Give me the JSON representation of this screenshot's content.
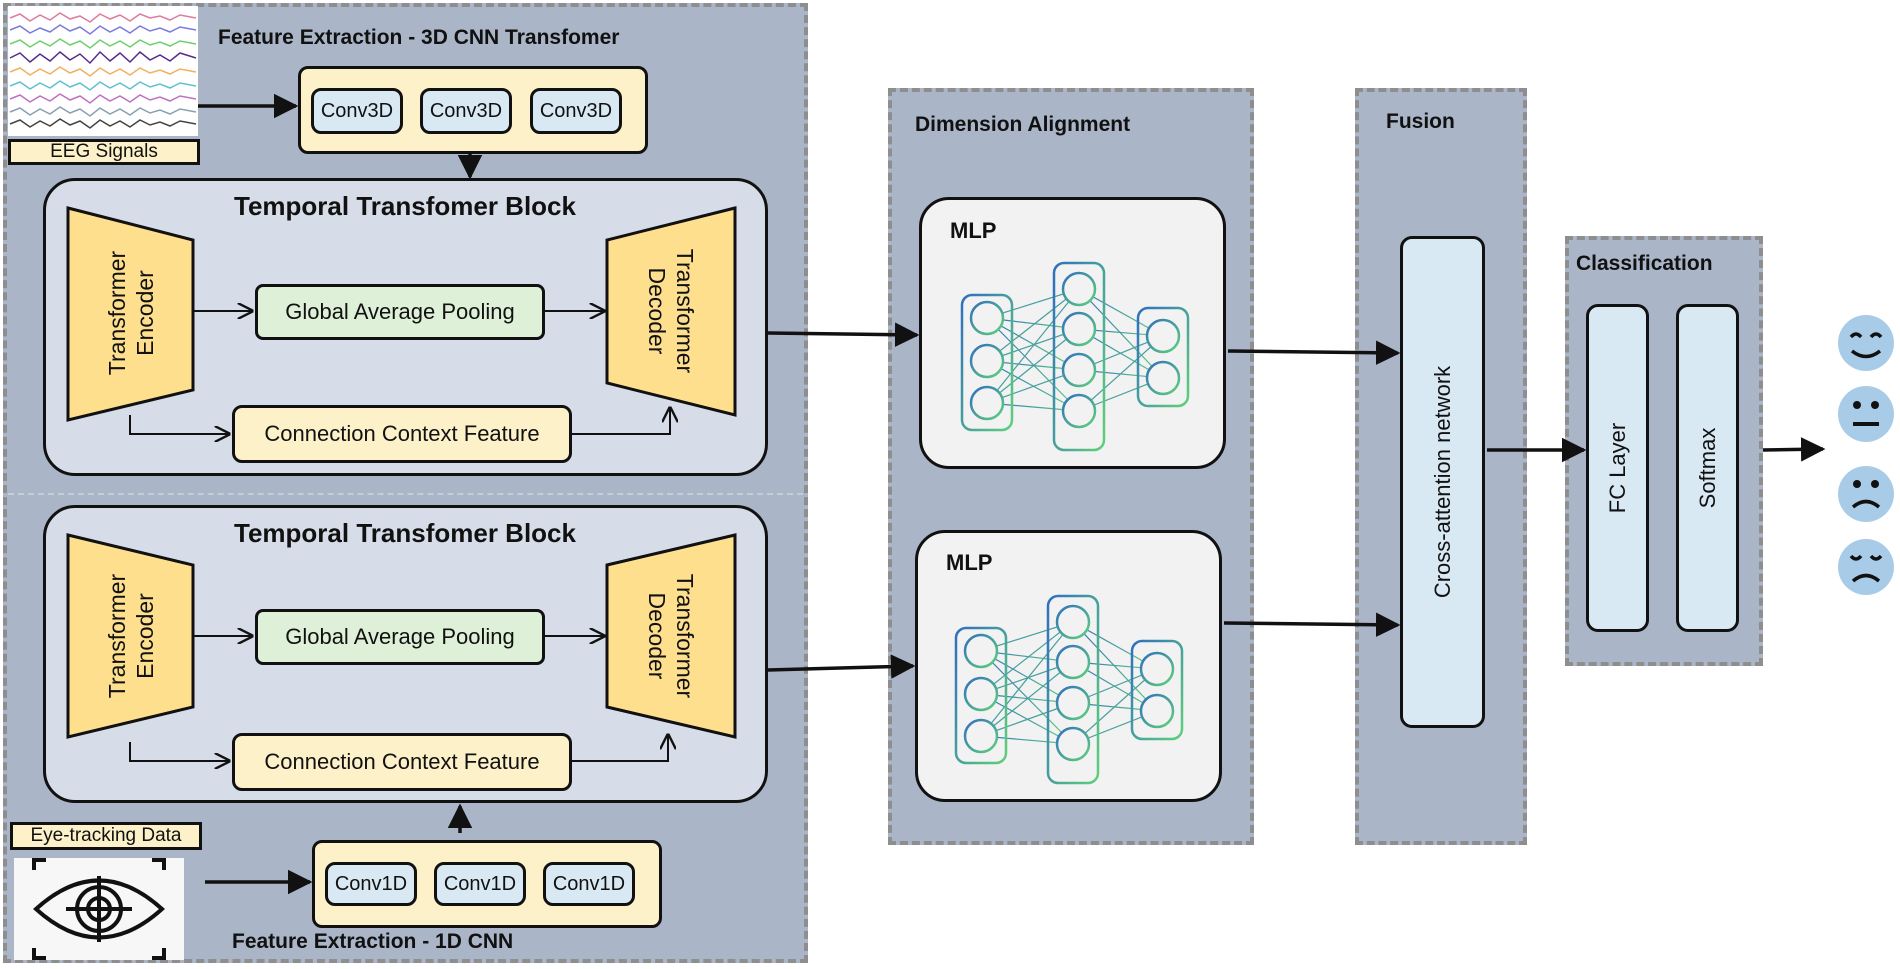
{
  "feature_extraction_3d": {
    "title": "Feature Extraction - 3D CNN Transfomer",
    "input_label": "EEG Signals",
    "conv_labels": [
      "Conv3D",
      "Conv3D",
      "Conv3D"
    ]
  },
  "feature_extraction_1d": {
    "title": "Feature Extraction - 1D CNN",
    "input_label": "Eye-tracking Data",
    "conv_labels": [
      "Conv1D",
      "Conv1D",
      "Conv1D"
    ]
  },
  "temporal_block_top": {
    "title": "Temporal Transfomer Block",
    "encoder": [
      "Transformer",
      "Encoder"
    ],
    "pooling": "Global Average Pooling",
    "decoder": [
      "Transformer",
      "Decoder"
    ],
    "context": "Connection Context Feature"
  },
  "temporal_block_bottom": {
    "title": "Temporal Transfomer Block",
    "encoder": [
      "Transformer",
      "Encoder"
    ],
    "pooling": "Global Average Pooling",
    "decoder": [
      "Transformer",
      "Decoder"
    ],
    "context": "Connection Context Feature"
  },
  "dimension_alignment": {
    "title": "Dimension Alignment",
    "mlp_labels": [
      "MLP",
      "MLP"
    ]
  },
  "fusion": {
    "title": "Fusion",
    "network": "Cross-attention network"
  },
  "classification": {
    "title": "Classification",
    "layers": [
      "FC Layer",
      "Softmax"
    ]
  },
  "outputs": {
    "emotions": [
      "happy-face-icon",
      "neutral-face-icon",
      "sad-face-icon",
      "crying-face-icon"
    ],
    "face_color": "#a8cbe8"
  },
  "colors": {
    "panel": "#aab5c8",
    "block": "#d7dde8",
    "trapezoid": "#fddf8e",
    "pooling": "#dff0d8",
    "context": "#fdf1c9",
    "conv": "#d8e9f4"
  }
}
